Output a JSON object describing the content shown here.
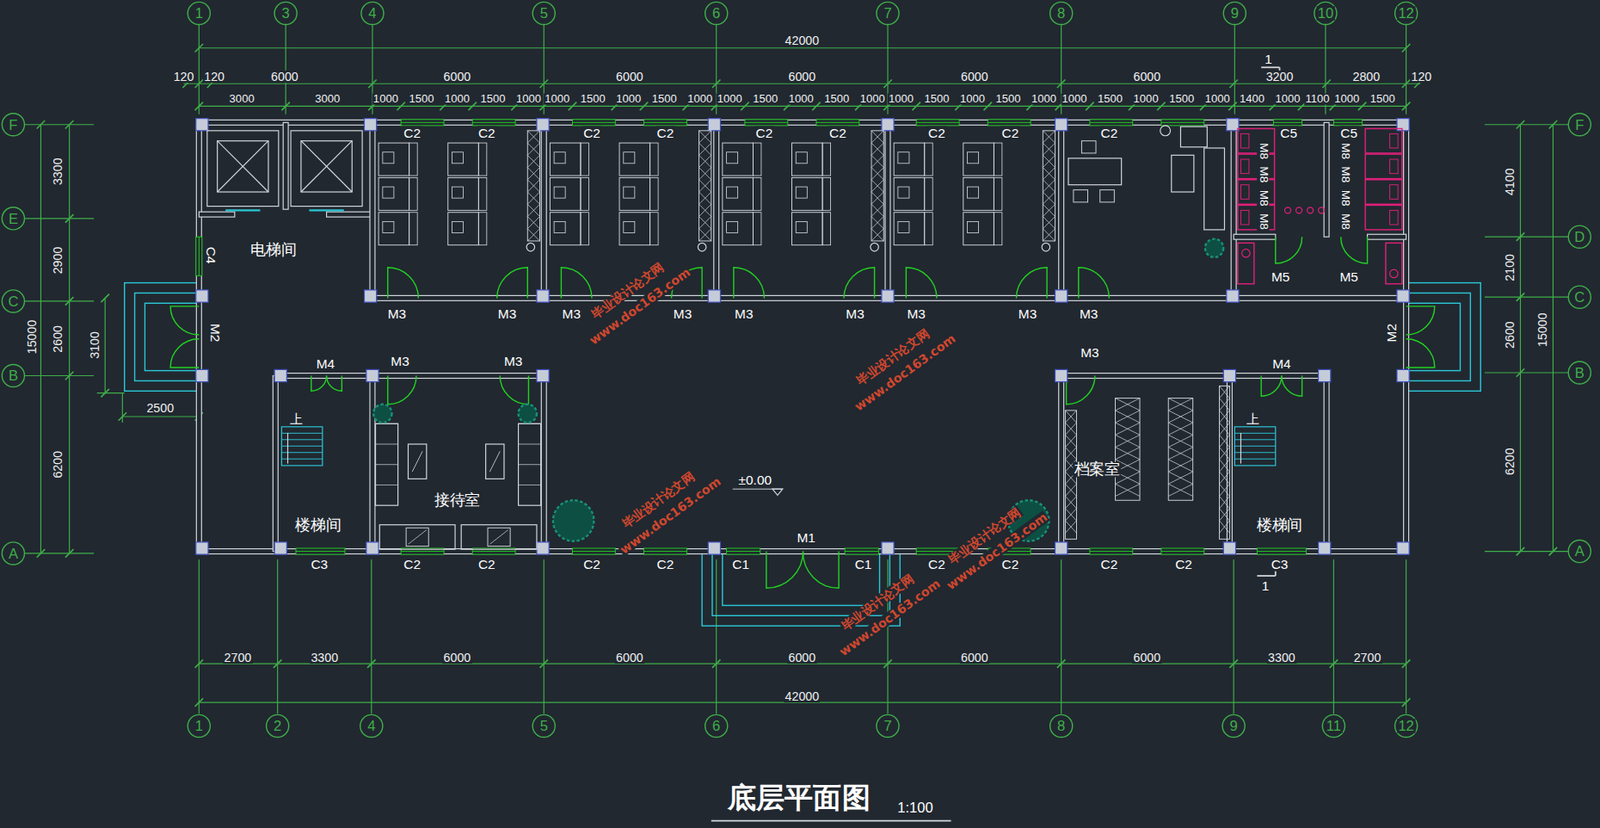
{
  "diagram": {
    "title": "底层平面图",
    "nodes": [
      {
        "text": [
          "电梯间"
        ]
      },
      {
        "text": [
          "楼梯间"
        ]
      },
      {
        "text": [
          "接待室"
        ]
      },
      {
        "text": [
          "档案室"
        ]
      },
      {
        "text": [
          "楼梯间"
        ]
      }
    ],
    "labels": [
      "1",
      "3",
      "4",
      "5",
      "6",
      "7",
      "8",
      "9",
      "10",
      "12",
      "1",
      "2",
      "4",
      "5",
      "6",
      "7",
      "8",
      "9",
      "11",
      "12",
      "F",
      "E",
      "C",
      "B",
      "A",
      "F",
      "D",
      "C",
      "B",
      "A",
      "42000",
      "120",
      "120",
      "6000",
      "6000",
      "6000",
      "6000",
      "6000",
      "6000",
      "3200",
      "2800",
      "120",
      "3000",
      "3000",
      "1000",
      "1500",
      "1000",
      "1500",
      "1000",
      "1000",
      "1500",
      "1000",
      "1500",
      "1000",
      "1000",
      "1500",
      "1000",
      "1500",
      "1000",
      "1000",
      "1500",
      "1000",
      "1500",
      "1000",
      "1000",
      "1500",
      "1000",
      "1500",
      "1000",
      "1400",
      "1000",
      "1100",
      "1000",
      "1500",
      "3300",
      "2900",
      "2600",
      "6200",
      "15000",
      "3100",
      "2500",
      "4100",
      "2100",
      "2600",
      "6200",
      "15000",
      "2700",
      "3300",
      "6000",
      "6000",
      "6000",
      "6000",
      "6000",
      "3300",
      "2700",
      "42000",
      "C2",
      "C2",
      "C2",
      "C2",
      "C2",
      "C2",
      "C2",
      "C2",
      "C2",
      "C5",
      "C5",
      "C4",
      "M8",
      "M8",
      "M8",
      "M8",
      "M8",
      "M8",
      "M8",
      "M8",
      "M5",
      "M5",
      "M3",
      "M3",
      "M3",
      "M3",
      "M3",
      "M3",
      "M3",
      "M3",
      "M3",
      "M2",
      "M2",
      "M4",
      "M3",
      "M3",
      "M3",
      "M4",
      "上",
      "上",
      "±0.00",
      "C3",
      "C2",
      "C2",
      "C2",
      "C2",
      "C1",
      "C1",
      "C2",
      "C2",
      "C2",
      "C2",
      "C3",
      "M1",
      "1",
      "1",
      "1:100",
      "毕业设计论文网",
      "www.doc163.com",
      "毕业设计论文网",
      "www.doc163.com",
      "毕业设计论文网",
      "www.doc163.com",
      "毕业设计论文网",
      "www.doc163.com",
      "毕业设计论文网",
      "www.doc163.com"
    ]
  }
}
